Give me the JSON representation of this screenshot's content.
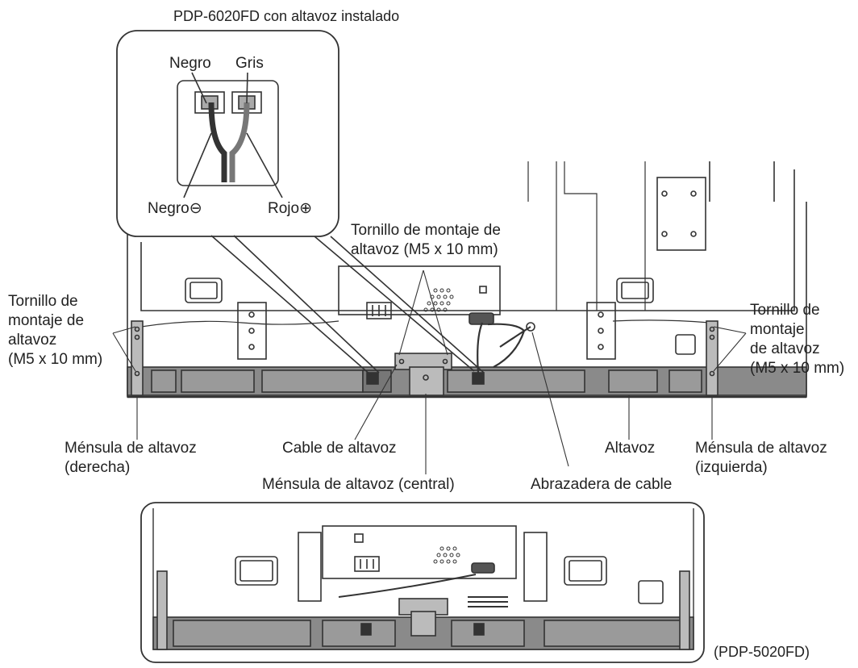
{
  "title": "PDP-6020FD con altavoz instalado",
  "inset": {
    "wire_top_left": "Negro",
    "wire_top_right": "Gris",
    "terminal_negative": "Negro⊖",
    "terminal_positive": "Rojo⊕"
  },
  "labels": {
    "screw_center_line1": "Tornillo de montaje de",
    "screw_center_line2": "altavoz (M5 x 10 mm)",
    "screw_left_line1": "Tornillo de",
    "screw_left_line2": "montaje de",
    "screw_left_line3": "altavoz",
    "screw_left_line4": "(M5 x 10 mm)",
    "screw_right_line1": "Tornillo de",
    "screw_right_line2": "montaje",
    "screw_right_line3": "de altavoz",
    "screw_right_line4": "(M5 x 10 mm)",
    "bracket_right_line1": "Ménsula de altavoz",
    "bracket_right_line2": "(derecha)",
    "speaker_cable": "Cable de altavoz",
    "bracket_center": "Ménsula de altavoz (central)",
    "speaker": "Altavoz",
    "cable_clamp": "Abrazadera de cable",
    "bracket_left_line1": "Ménsula de altavoz",
    "bracket_left_line2": "(izquierda)",
    "model_bottom": "(PDP-5020FD)"
  }
}
